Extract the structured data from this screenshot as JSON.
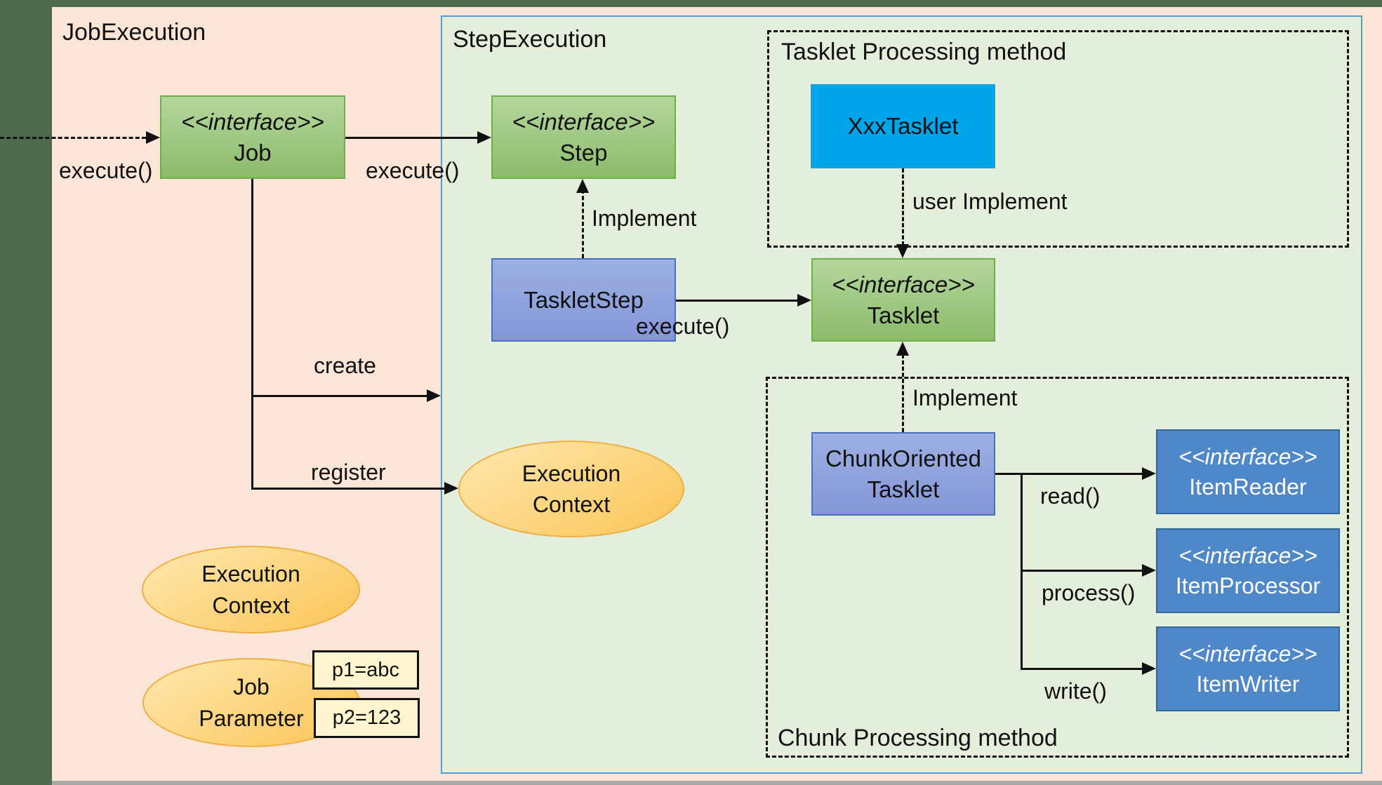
{
  "frame": {
    "job_execution_label": "JobExecution",
    "step_execution_label": "StepExecution"
  },
  "groups": {
    "tasklet_processing": {
      "label": "Tasklet Processing method"
    },
    "chunk_processing": {
      "label": "Chunk Processing method"
    }
  },
  "boxes": {
    "job": {
      "stereotype": "<<interface>>",
      "name": "Job"
    },
    "step": {
      "stereotype": "<<interface>>",
      "name": "Step"
    },
    "tasklet": {
      "stereotype": "<<interface>>",
      "name": "Tasklet"
    },
    "tasklet_step": {
      "name": "TaskletStep"
    },
    "xxx_tasklet": {
      "name": "XxxTasklet"
    },
    "chunk_oriented_tasklet": {
      "line1": "ChunkOriented",
      "line2": "Tasklet"
    },
    "item_reader": {
      "stereotype": "<<interface>>",
      "name": "ItemReader"
    },
    "item_processor": {
      "stereotype": "<<interface>>",
      "name": "ItemProcessor"
    },
    "item_writer": {
      "stereotype": "<<interface>>",
      "name": "ItemWriter"
    }
  },
  "edges": {
    "execute_into_job": "execute()",
    "execute_job_to_step": "execute()",
    "implement_step": "Implement",
    "execute_tasklet": "execute()",
    "user_implement": "user Implement",
    "implement_chunk": "Implement",
    "create": "create",
    "register": "register",
    "read": "read()",
    "process": "process()",
    "write": "write()"
  },
  "ellipses": {
    "execution_context_step": {
      "line1": "Execution",
      "line2": "Context"
    },
    "execution_context_job": {
      "line1": "Execution",
      "line2": "Context"
    },
    "job_parameter": {
      "line1": "Job",
      "line2": "Parameter"
    }
  },
  "params": {
    "p1": "p1=abc",
    "p2": "p2=123"
  },
  "colors": {
    "frame_green": "#4C6B4D",
    "panel_pink": "#FBE5D7",
    "panel_green": "#E3EFDA",
    "panel_green_border": "#5B9BD5",
    "class_green": "#9CC47D",
    "class_green_border": "#70AD47",
    "class_purple": "#8FA3DC",
    "class_purple_border": "#4A71C2",
    "tasklet_cyan": "#00A4E8",
    "item_blue": "#4E88C9",
    "item_blue_border": "#33659E",
    "ellipse_gold": "#FBC85E",
    "ellipse_border": "#F0AE41",
    "param_yellow": "#FFF6CF",
    "bottom_gray": "#A8A8A8",
    "line_black": "#111111"
  }
}
